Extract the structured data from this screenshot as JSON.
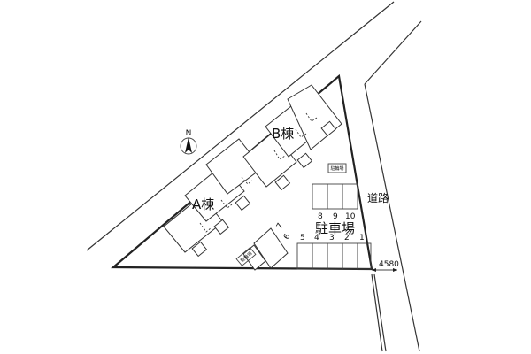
{
  "map": {
    "building_a_label": "A棟",
    "building_b_label": "B棟",
    "road_label": "道路",
    "parking_label": "駐車場",
    "bike_storage_label_1": "駐輪場",
    "bike_storage_label_2": "駐輪場",
    "road_width_label": "4580",
    "north_label": "N",
    "parking_space_numbers": [
      "1",
      "2",
      "3",
      "4",
      "5",
      "6",
      "7",
      "8",
      "9",
      "10"
    ]
  }
}
